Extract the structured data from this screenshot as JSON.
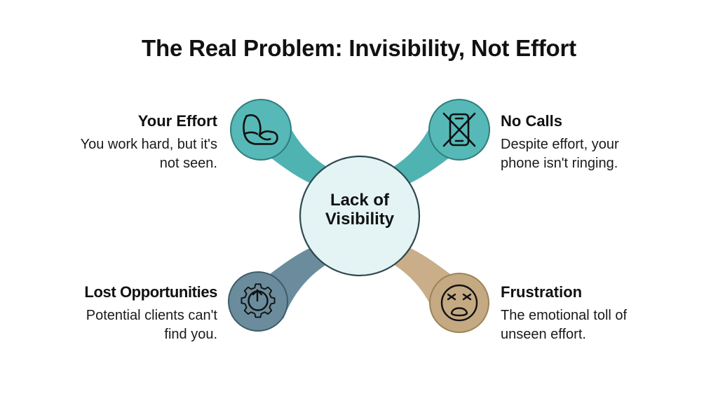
{
  "page": {
    "title": "The Real Problem: Invisibility, Not Effort",
    "background_color": "#ffffff"
  },
  "hub": {
    "line1": "Lack of",
    "line2": "Visibility",
    "fill_color": "#e4f4f4",
    "stroke_color": "#2c4a4e"
  },
  "nodes": [
    {
      "id": "your-effort",
      "position": "top-left",
      "icon": "flexed-bicep-icon",
      "title": "Your Effort",
      "description_line1": "You work hard, but it's",
      "description_line2": "not seen.",
      "circle_color": "#56b9b7",
      "stroke_color": "#2f7e7c",
      "connector_color": "#4fb3b2"
    },
    {
      "id": "no-calls",
      "position": "top-right",
      "icon": "phone-crossed-out-icon",
      "title": "No Calls",
      "description_line1": "Despite effort, your",
      "description_line2": "phone isn't ringing.",
      "circle_color": "#56b9b7",
      "stroke_color": "#2f7e7c",
      "connector_color": "#4fb3b2"
    },
    {
      "id": "lost-opportunities",
      "position": "bottom-left",
      "icon": "gear-arrow-icon",
      "title": "Lost Opportunities",
      "description_line1": "Potential clients can't",
      "description_line2": "find you.",
      "circle_color": "#6b8c9c",
      "stroke_color": "#3e5d69",
      "connector_color": "#6b8c9c"
    },
    {
      "id": "frustration",
      "position": "bottom-right",
      "icon": "distressed-face-icon",
      "title": "Frustration",
      "description_line1": "The emotional toll of",
      "description_line2": "unseen effort.",
      "circle_color": "#c4a982",
      "stroke_color": "#9c8458",
      "connector_color": "#c9ae89"
    }
  ]
}
